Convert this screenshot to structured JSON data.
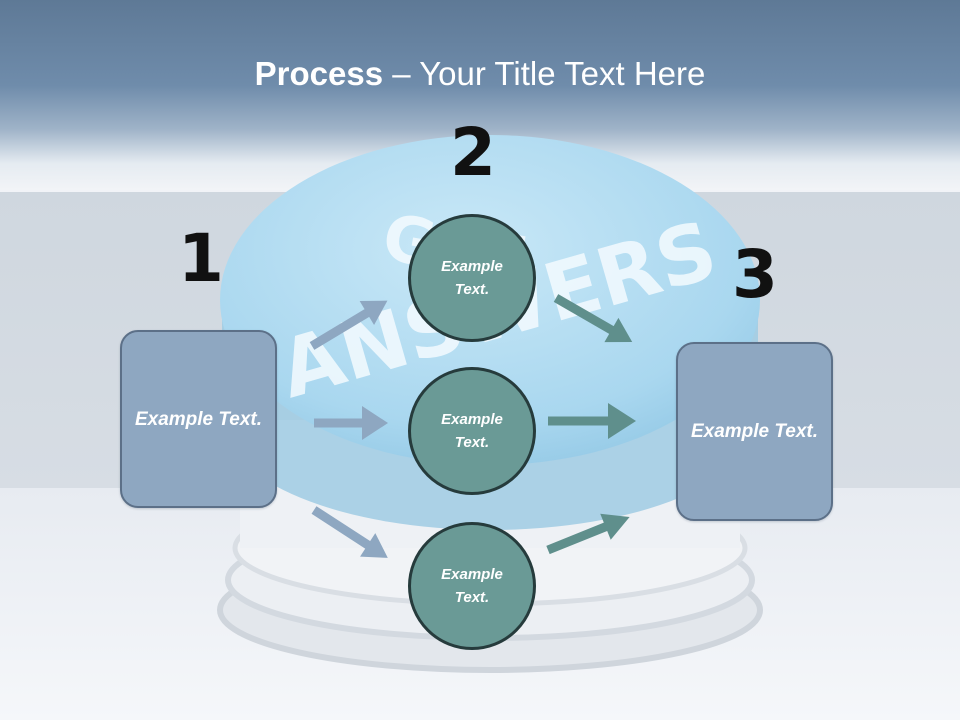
{
  "title": {
    "bold": "Process",
    "rest": " – Your Title Text Here"
  },
  "background_image": {
    "text_lines": [
      "GET",
      "ANSWERS"
    ]
  },
  "steps": [
    "1",
    "2",
    "3"
  ],
  "left_box": {
    "text": "Example Text."
  },
  "right_box": {
    "text": "Example Text."
  },
  "circles": [
    {
      "text": "Example Text."
    },
    {
      "text": "Example Text."
    },
    {
      "text": "Example Text."
    }
  ],
  "colors": {
    "header": "#6f8cab",
    "box_fill": "#8ea7c1",
    "circle_fill": "#6a9a96",
    "circle_border": "#263b3c",
    "arrow_left": "#8ea7c1",
    "arrow_right": "#5f8f8c"
  }
}
